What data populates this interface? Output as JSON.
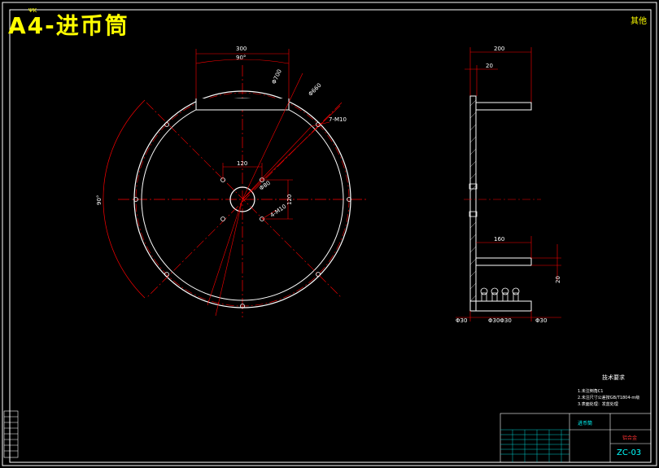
{
  "drawing": {
    "title": "A4-进币筒",
    "corner_tag": "其他",
    "small_top": "ΨΚ",
    "front_view": {
      "dim_width": "300",
      "angle_top": "90°",
      "angle_left": "90°",
      "dia_outer": "Φ700",
      "dia_inner": "Φ660",
      "holes_outer": "7-M10",
      "dim_hub_spacing": "120",
      "dia_hub": "Φ80",
      "holes_hub": "4-M10",
      "dim_hub_vertical": "120"
    },
    "side_view": {
      "dim_total": "200",
      "dim_wall": "20",
      "dim_depth": "160",
      "dim_right": "20",
      "dim_dia_left": "Φ30",
      "dim_dia_mid": "Φ30Φ30",
      "dim_dia_right": "Φ30"
    },
    "tech_requirements": {
      "heading": "技术要求",
      "lines": [
        "1.未注倒角C1",
        "2.未注尺寸公差按GB/T1804-m级",
        "3.表面处理：发蓝处理"
      ]
    },
    "title_block": {
      "part_name": "进币筒",
      "material": "铝合金",
      "drawing_no": "ZC-03"
    }
  }
}
